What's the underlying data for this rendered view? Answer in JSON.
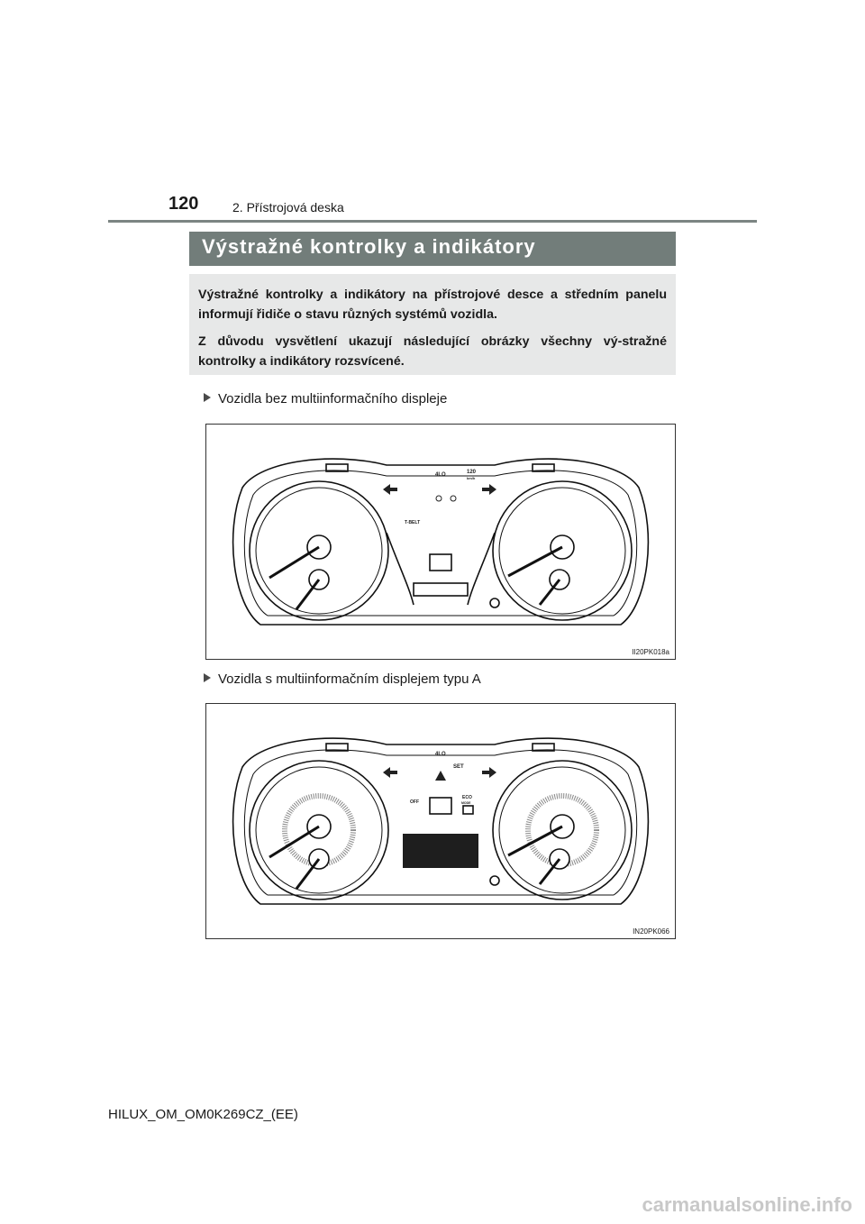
{
  "header": {
    "page_number": "120",
    "chapter": "2. Přístrojová deska"
  },
  "section": {
    "title": "Výstražné kontrolky a indikátory"
  },
  "intro": {
    "paragraph1": "Výstražné kontrolky a indikátory na přístrojové desce a středním panelu informují řidiče o stavu různých systémů vozidla.",
    "paragraph2": "Z důvodu vysvětlení ukazují následující obrázky všechny vý-stražné kontrolky a indikátory rozsvícené."
  },
  "figures": [
    {
      "caption": "Vozidla bez multiinformačního displeje",
      "code": "II20PK018a",
      "labels": {
        "t_belt": "T-BELT",
        "four_lo": "4LO",
        "speed": "120",
        "speed_unit": "km/h"
      }
    },
    {
      "caption": "Vozidla s multiinformačním displejem typu A",
      "code": "IN20PK066",
      "labels": {
        "four_lo": "4LO",
        "set": "SET",
        "off": "OFF",
        "eco": "ECO",
        "eco_sub": "MODE"
      }
    }
  ],
  "footer": {
    "model_code": "HILUX_OM_OM0K269CZ_(EE)"
  },
  "watermark": "carmanualsonline.info"
}
